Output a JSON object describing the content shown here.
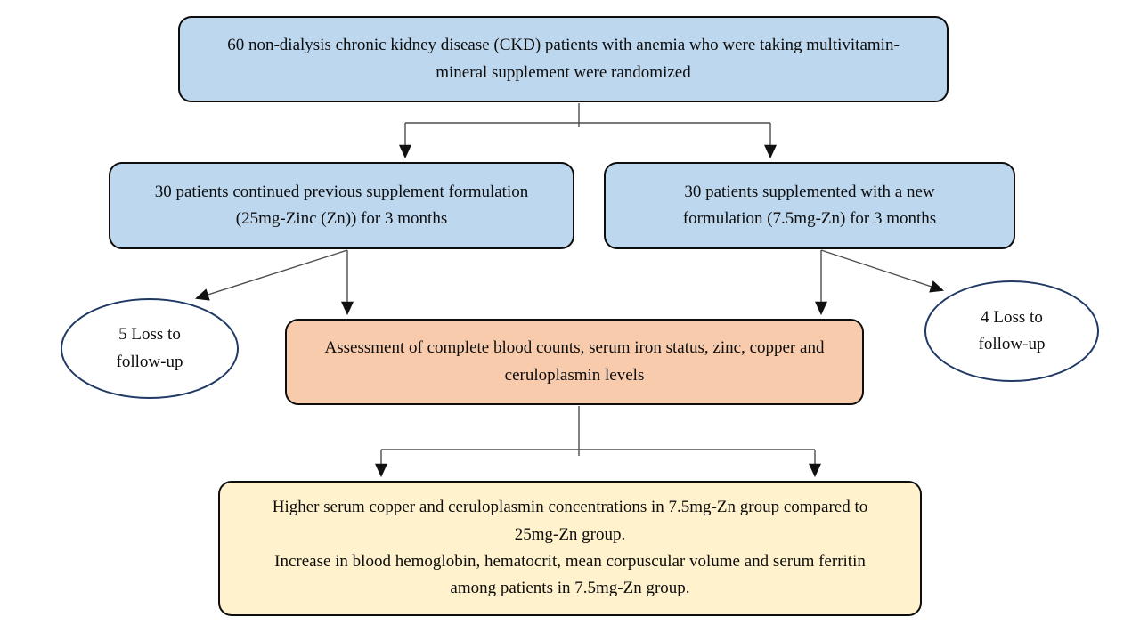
{
  "diagram": {
    "kind": "clinical-trial-flowchart",
    "colors": {
      "enrollment_fill": "#BDD7EE",
      "arm_fill": "#BDD7EE",
      "assessment_fill": "#F8CBAD",
      "outcome_fill": "#FFF2CC",
      "box_border": "#0d0d0d",
      "ellipse_border": "#1F3864",
      "ellipse_fill": "#FFFFFF",
      "connector_line": "#4d4d4d",
      "arrowhead": "#111111",
      "text": "#0d0d0d",
      "background": "#FFFFFF"
    },
    "nodes": {
      "enrollment": {
        "text": "60 non-dialysis chronic kidney disease (CKD) patients with anemia who were taking multivitamin-mineral supplement were randomized"
      },
      "arm_25mg": {
        "text": "30 patients continued previous supplement formulation (25mg-Zinc (Zn)) for 3 months"
      },
      "arm_7_5mg": {
        "text": "30 patients supplemented with a new formulation (7.5mg-Zn) for 3 months"
      },
      "loss_left": {
        "text": "5 Loss to follow-up"
      },
      "loss_right": {
        "text": "4 Loss to follow-up"
      },
      "assessment": {
        "text": "Assessment of complete blood counts, serum iron status, zinc, copper and ceruloplasmin levels"
      },
      "outcome": {
        "sentence1": "Higher serum copper and ceruloplasmin concentrations in 7.5mg-Zn group compared to 25mg-Zn group.",
        "sentence2": "Increase in blood hemoglobin, hematocrit, mean corpuscular volume and serum ferritin among patients in 7.5mg-Zn group."
      }
    }
  }
}
